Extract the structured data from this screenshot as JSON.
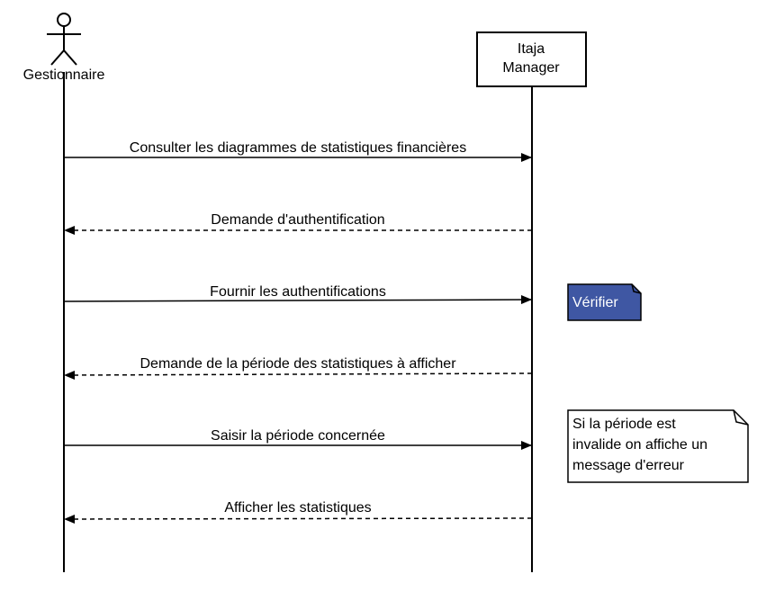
{
  "actors": {
    "actor": {
      "label": "Gestionnaire"
    },
    "system": {
      "label_line1": "Itaja",
      "label_line2": "Manager"
    }
  },
  "messages": [
    {
      "label": "Consulter les diagrammes de statistiques financières",
      "direction": "to-system",
      "style": "solid"
    },
    {
      "label": "Demande d'authentification",
      "direction": "to-actor",
      "style": "dashed"
    },
    {
      "label": "Fournir les authentifications",
      "direction": "to-system",
      "style": "solid"
    },
    {
      "label": "Demande de la période des statistiques à afficher",
      "direction": "to-actor",
      "style": "dashed"
    },
    {
      "label": "Saisir la période concernée",
      "direction": "to-system",
      "style": "solid"
    },
    {
      "label": "Afficher les statistiques",
      "direction": "to-actor",
      "style": "dashed"
    }
  ],
  "notes": {
    "verify": {
      "text": "Vérifier",
      "fill": "#3f57a3",
      "text_color": "#ffffff"
    },
    "error": {
      "line1": "Si la période est",
      "line2": "invalide on affiche un",
      "line3": "message d'erreur",
      "fill": "#ffffff"
    }
  }
}
